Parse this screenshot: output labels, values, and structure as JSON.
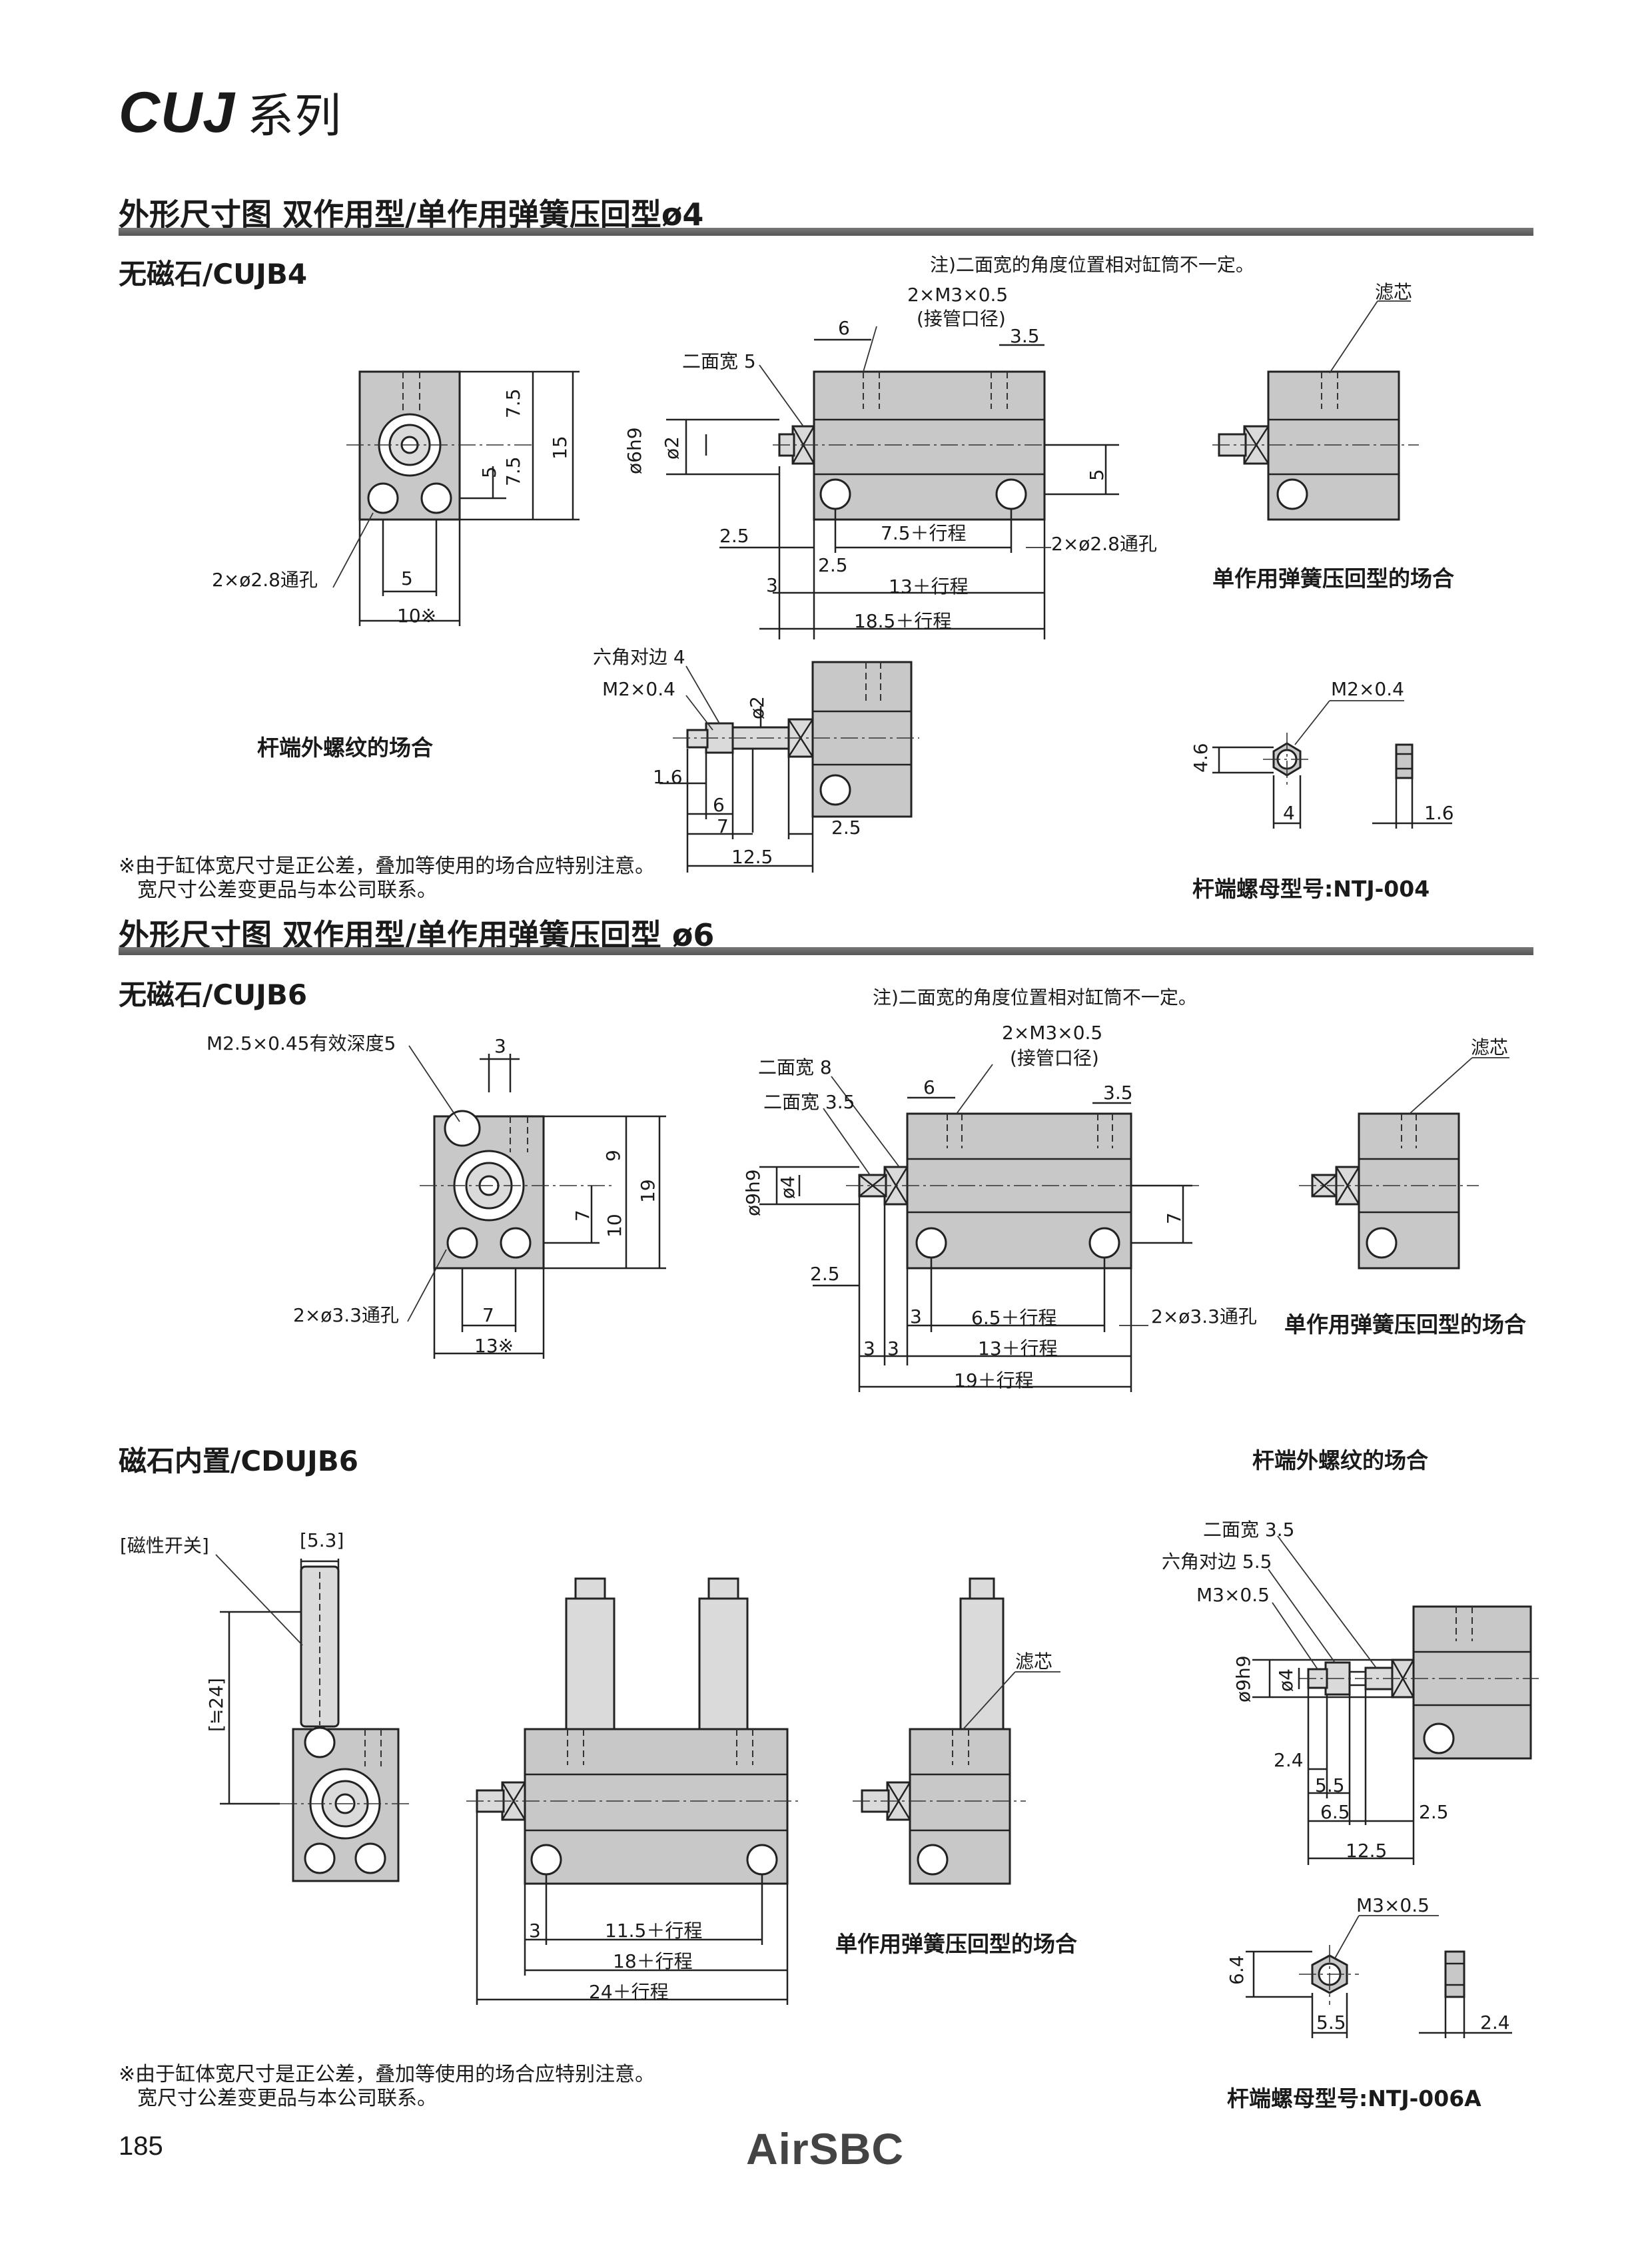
{
  "page": {
    "series_title": "CUJ",
    "series_suffix": "系列",
    "page_number": "185",
    "brand": "AirSBC"
  },
  "section1": {
    "heading": "外形尺寸图  双作用型/单作用弹簧压回型ø4",
    "subheading": "无磁石/CUJB4",
    "note_top": "注)二面宽的角度位置相对缸筒不一定。",
    "dims": {
      "port": "2×M3×0.5",
      "port_sub": "(接管口径)",
      "d6": "6",
      "d35": "3.5",
      "across_flats": "二面宽 5",
      "phi6h9": "ø6h9",
      "phi2": "ø2",
      "d5": "5",
      "d25a": "2.5",
      "stroke75": "7.5＋行程",
      "hole": "2×ø2.8通孔",
      "d25b": "2.5",
      "d3": "3",
      "stroke13": "13＋行程",
      "stroke185": "18.5＋行程",
      "front_75a": "7.5",
      "front_75b": "7.5",
      "front_15": "15",
      "front_5v": "5",
      "front_hole": "2×ø2.8通孔",
      "front_5h": "5",
      "front_10": "10※",
      "filter": "滤芯",
      "hex": "六角对边 4",
      "m2": "M2×0.4",
      "rod_phi2": "ø2",
      "r16": "1.6",
      "r6": "6",
      "r7": "7",
      "r25": "2.5",
      "r125": "12.5",
      "nut_thread": "M2×0.4",
      "nut_46": "4.6",
      "nut_4": "4",
      "nut_16": "1.6"
    },
    "single_acting_label": "单作用弹簧压回型的场合",
    "rod_thread_label": "杆端外螺纹的场合",
    "nut_model": "杆端螺母型号:NTJ-004",
    "footnote_1": "※由于缸体宽尺寸是正公差，叠加等使用的场合应特别注意。",
    "footnote_2": "宽尺寸公差变更品与本公司联系。"
  },
  "section2": {
    "heading": "外形尺寸图  双作用型/单作用弹簧压回型  ø6",
    "subheading": "无磁石/CUJB6",
    "note_top": "注)二面宽的角度位置相对缸筒不一定。",
    "dims": {
      "m25": "M2.5×0.45有效深度5",
      "f3": "3",
      "f9": "9",
      "f19": "19",
      "f7v": "7",
      "f10": "10",
      "f_hole": "2×ø3.3通孔",
      "f7h": "7",
      "f13": "13※",
      "port": "2×M3×0.5",
      "port_sub": "(接管口径)",
      "af8": "二面宽 8",
      "af35": "二面宽 3.5",
      "d6": "6",
      "d35": "3.5",
      "phi9h9": "ø9h9",
      "phi4": "ø4",
      "d7": "7",
      "d25": "2.5",
      "d3a": "3",
      "stroke65": "6.5＋行程",
      "hole": "2×ø3.3通孔",
      "d3b": "3",
      "d3c": "3",
      "stroke13": "13＋行程",
      "stroke19": "19＋行程",
      "filter": "滤芯"
    },
    "single_acting_label": "单作用弹簧压回型的场合"
  },
  "section3": {
    "subheading": "磁石内置/CDUJB6",
    "rod_thread_label": "杆端外螺纹的场合",
    "dims": {
      "switch": "[磁性开关]",
      "s53": "[5.3]",
      "s24": "[≒24]",
      "d3": "3",
      "stroke115": "11.5＋行程",
      "stroke18": "18＋行程",
      "stroke24": "24＋行程",
      "filter": "滤芯",
      "af35": "二面宽 3.5",
      "hex55": "六角对边 5.5",
      "m3": "M3×0.5",
      "phi9h9": "ø9h9",
      "phi4": "ø4",
      "r24": "2.4",
      "r55": "5.5",
      "r65": "6.5",
      "r25": "2.5",
      "r125": "12.5",
      "nut_thread": "M3×0.5",
      "nut_64": "6.4",
      "nut_55": "5.5",
      "nut_24": "2.4"
    },
    "single_acting_label": "单作用弹簧压回型的场合",
    "nut_model": "杆端螺母型号:NTJ-006A",
    "footnote_1": "※由于缸体宽尺寸是正公差，叠加等使用的场合应特别注意。",
    "footnote_2": "宽尺寸公差变更品与本公司联系。"
  }
}
